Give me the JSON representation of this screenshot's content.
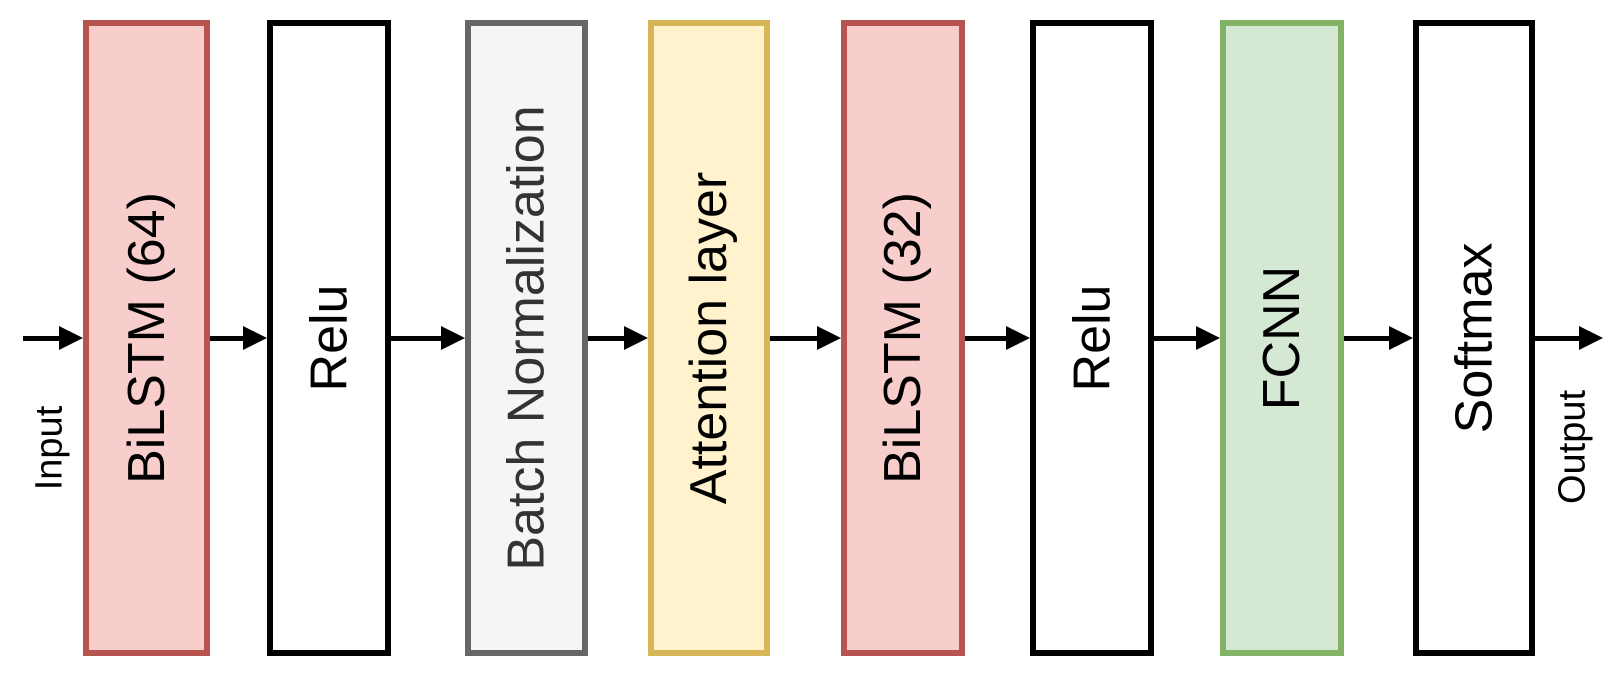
{
  "diagram": {
    "type": "neural-network-architecture-flow",
    "direction": "left-to-right",
    "input_label": "Input",
    "output_label": "Output",
    "arrow_color": "#000000",
    "background_color": "#ffffff",
    "blocks": [
      {
        "label": "BiLSTM (64)",
        "fill": "#f8cecc",
        "stroke": "#b85450",
        "text_color": "#000000"
      },
      {
        "label": "Relu",
        "fill": "#ffffff",
        "stroke": "#000000",
        "text_color": "#000000"
      },
      {
        "label": "Batch Normalization",
        "fill": "#f5f5f5",
        "stroke": "#666666",
        "text_color": "#333333"
      },
      {
        "label": "Attention layer",
        "fill": "#fff2cc",
        "stroke": "#d6b656",
        "text_color": "#000000"
      },
      {
        "label": "BiLSTM (32)",
        "fill": "#f8cecc",
        "stroke": "#b85450",
        "text_color": "#000000"
      },
      {
        "label": "Relu",
        "fill": "#ffffff",
        "stroke": "#000000",
        "text_color": "#000000"
      },
      {
        "label": "FCNN",
        "fill": "#d5e8d4",
        "stroke": "#82b366",
        "text_color": "#000000"
      },
      {
        "label": "Softmax",
        "fill": "#ffffff",
        "stroke": "#000000",
        "text_color": "#000000"
      }
    ]
  }
}
